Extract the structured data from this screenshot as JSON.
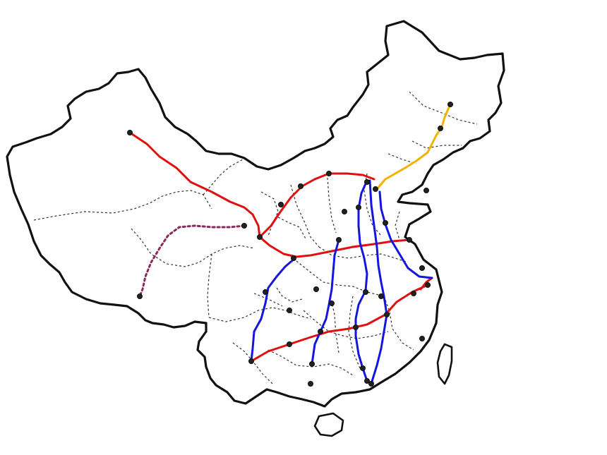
{
  "colors": {
    "background": "#ffffff",
    "border": "#111111",
    "province_line": "#333333",
    "north_south_route": "#1515e0",
    "east_west_route": "#e01010",
    "northeast_route": "#f0b400",
    "planned_route": "#8a2a5a",
    "city_marker": "#222222"
  },
  "routes": [
    {
      "id": "ew-1",
      "kind": "east_west",
      "style": "solid"
    },
    {
      "id": "ew-2",
      "kind": "east_west",
      "style": "solid"
    },
    {
      "id": "ew-3",
      "kind": "east_west",
      "style": "solid"
    },
    {
      "id": "ew-4",
      "kind": "east_west",
      "style": "solid"
    },
    {
      "id": "ns-1",
      "kind": "north_south",
      "style": "solid"
    },
    {
      "id": "ns-2",
      "kind": "north_south",
      "style": "solid"
    },
    {
      "id": "ns-3",
      "kind": "north_south",
      "style": "solid"
    },
    {
      "id": "ns-4",
      "kind": "north_south",
      "style": "solid"
    },
    {
      "id": "ne-1",
      "kind": "northeast",
      "style": "solid"
    },
    {
      "id": "planned-1",
      "kind": "planned",
      "style": "dotted"
    }
  ]
}
